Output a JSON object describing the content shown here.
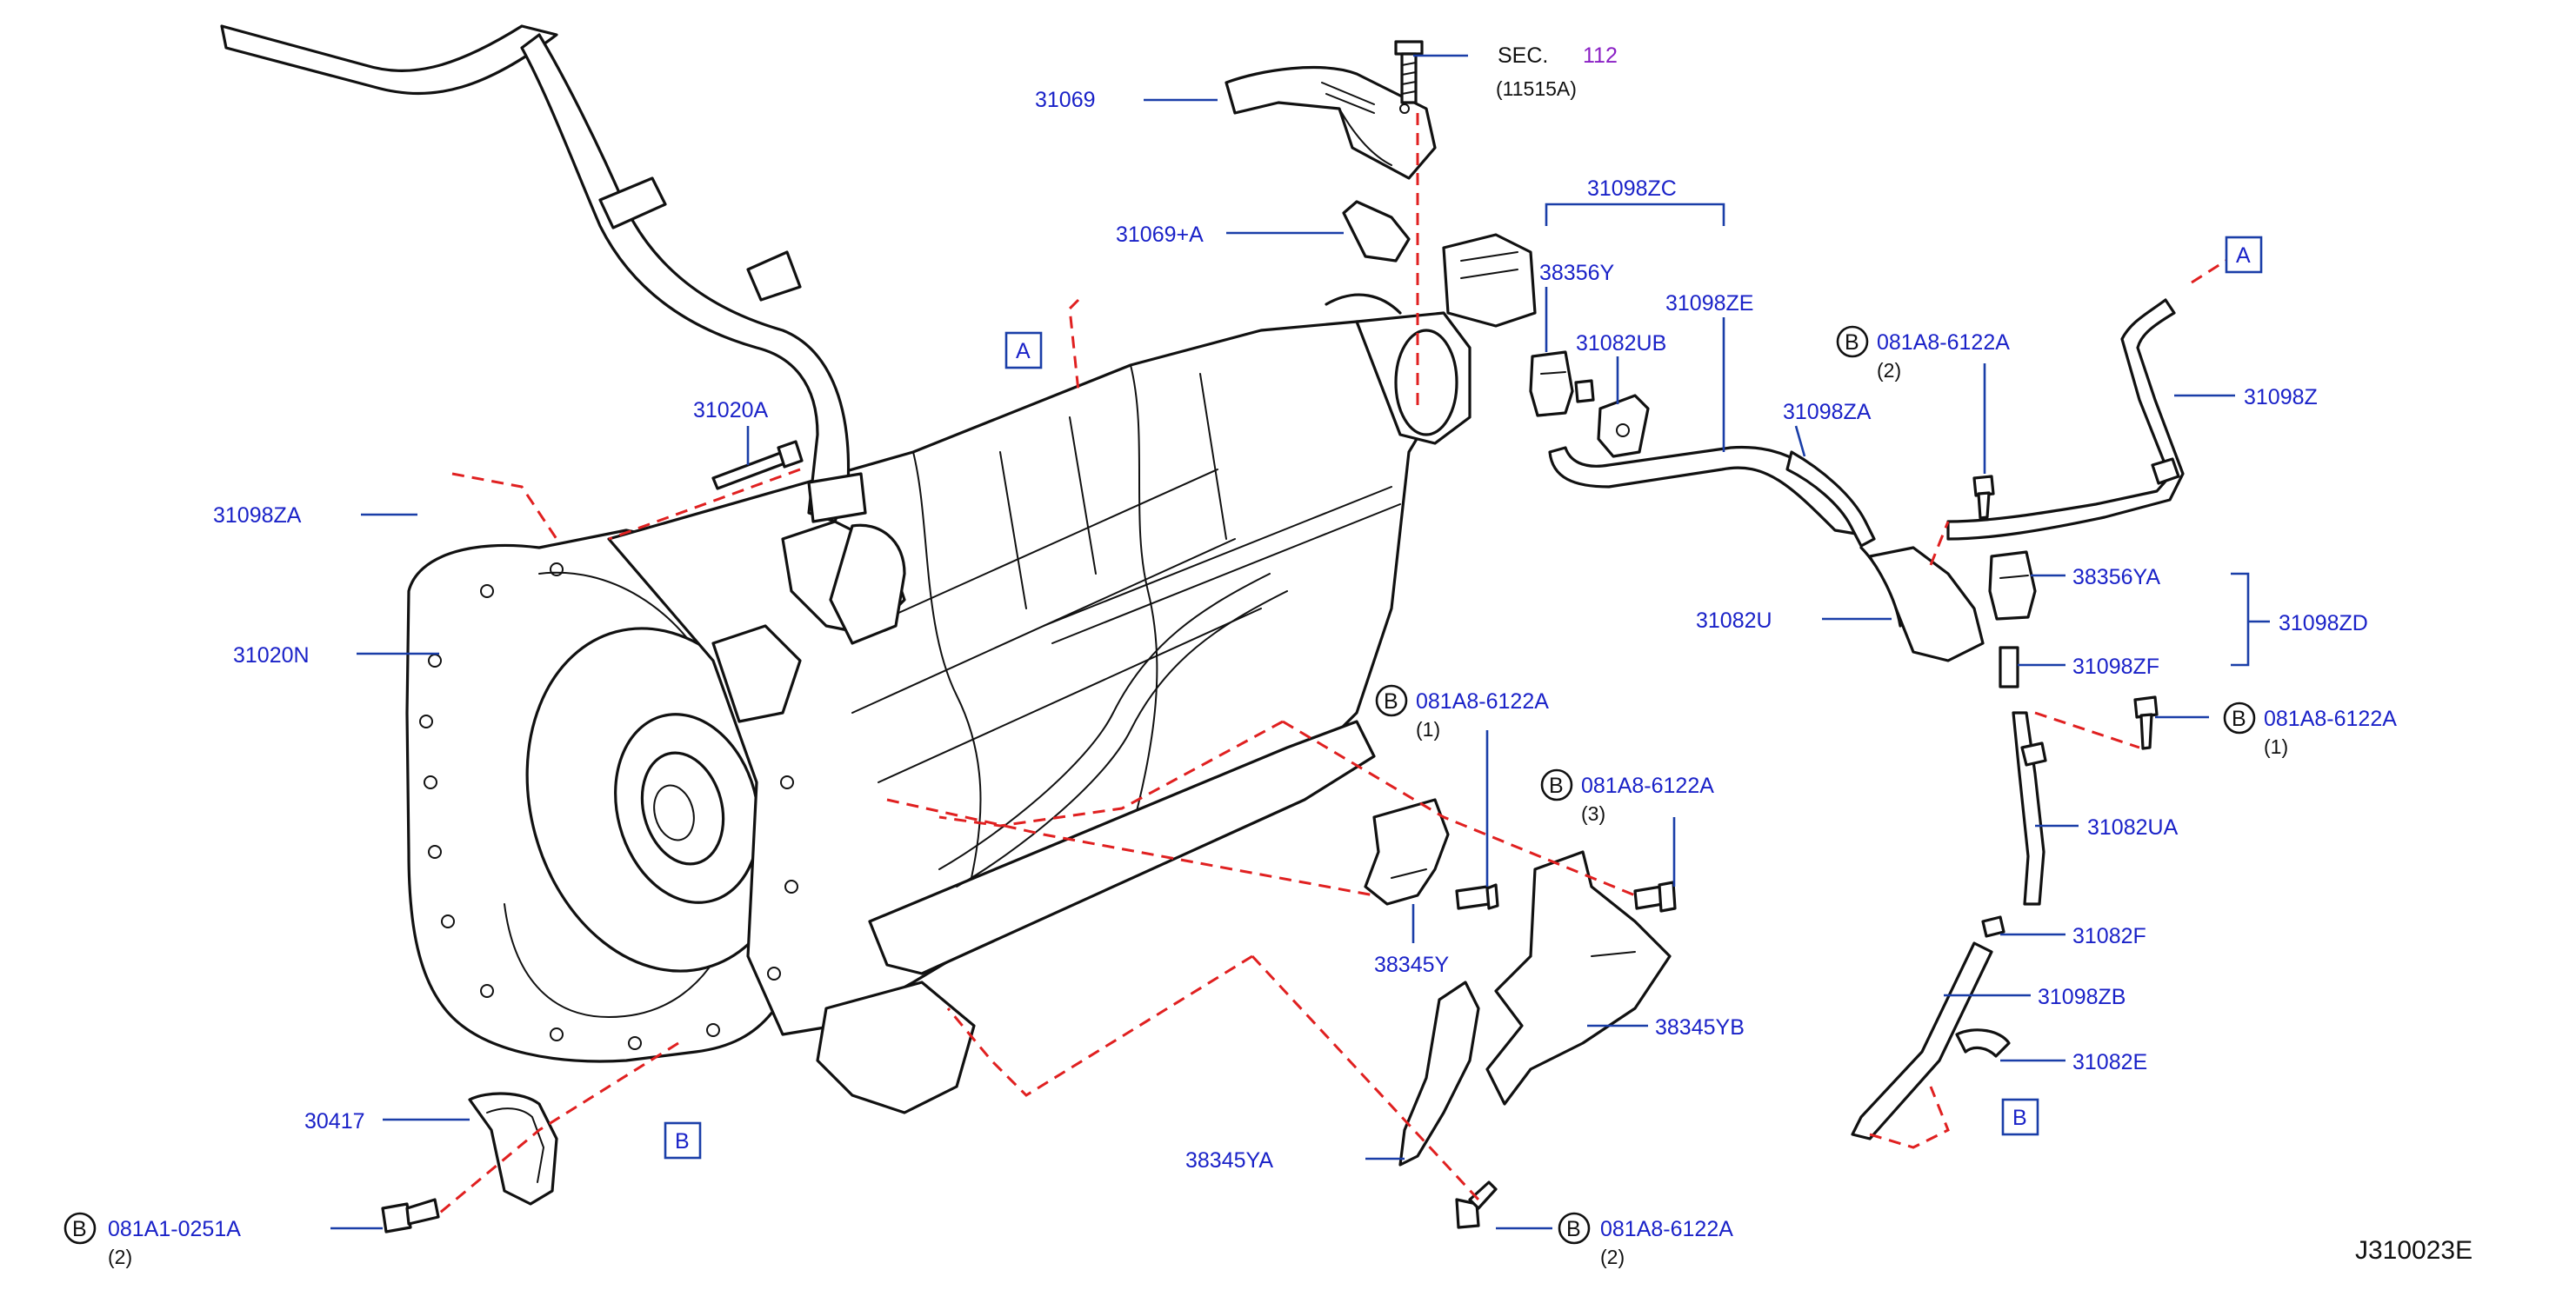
{
  "diagram_code": "J310023E",
  "sec_ref": {
    "prefix": "SEC.",
    "number": "112",
    "sub": "(11515A)"
  },
  "callouts": {
    "c31069": "31069",
    "c31069A": "31069+A",
    "c31020A": "31020A",
    "c31098ZA_left": "31098ZA",
    "c31020N": "31020N",
    "c30417": "30417",
    "c31098ZC": "31098ZC",
    "c38356Y": "38356Y",
    "c31098ZE": "31098ZE",
    "c31082UB": "31082UB",
    "c31098ZA_right": "31098ZA",
    "c31082U": "31082U",
    "c31098Z": "31098Z",
    "c38356YA": "38356YA",
    "c31098ZD": "31098ZD",
    "c31098ZF": "31098ZF",
    "c31082UA": "31082UA",
    "c31082F": "31082F",
    "c31098ZB": "31098ZB",
    "c31082E": "31082E",
    "c38345Y": "38345Y",
    "c38345YB": "38345YB",
    "c38345YA": "38345YA"
  },
  "bolts": {
    "b1": {
      "badge": "B",
      "part": "081A8-6122A",
      "qty": "(2)"
    },
    "b2": {
      "badge": "B",
      "part": "081A8-6122A",
      "qty": "(1)"
    },
    "b3": {
      "badge": "B",
      "part": "081A8-6122A",
      "qty": "(3)"
    },
    "b4": {
      "badge": "B",
      "part": "081A8-6122A",
      "qty": "(1)"
    },
    "b5": {
      "badge": "B",
      "part": "081A8-6122A",
      "qty": "(2)"
    },
    "b6": {
      "badge": "B",
      "part": "081A1-0251A",
      "qty": "(2)"
    }
  },
  "ref_boxes": {
    "a_left": "A",
    "a_right": "A",
    "b_left": "B",
    "b_right": "B"
  },
  "colors": {
    "label": "#1a22c8",
    "leader": "#1a3ea8",
    "dash": "#e02020",
    "sec_number": "#8a1fc4"
  }
}
